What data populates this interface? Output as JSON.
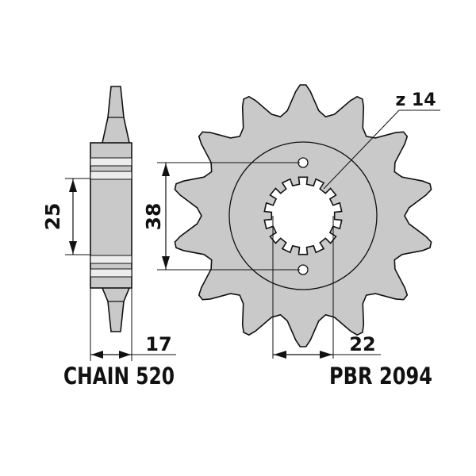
{
  "drawing": {
    "side_dims": {
      "width": "17",
      "height": "25"
    },
    "front_dims": {
      "hole_spacing": "38",
      "spline": "22",
      "teeth": "z 14"
    },
    "chain_label": "CHAIN 520",
    "part_label": "PBR 2094",
    "tooth_count": 14,
    "spline_count": 14,
    "colors": {
      "metal": "#c9c9c9",
      "band": "#ededed",
      "line": "#111111",
      "background": "#ffffff"
    }
  }
}
